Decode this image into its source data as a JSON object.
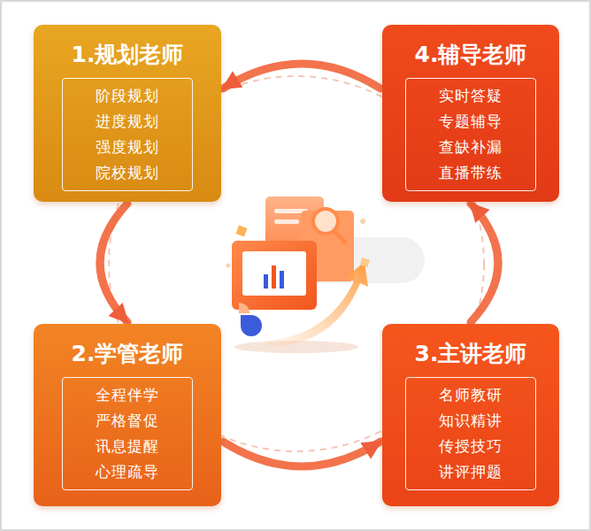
{
  "diagram": {
    "nodes": [
      {
        "text": [
          "1.规划老师"
        ]
      },
      {
        "text": [
          "阶段规划",
          "进度规划",
          "强度规划",
          "院校规划"
        ],
        "in": 0
      },
      {
        "text": [
          "2.学管老师"
        ]
      },
      {
        "text": [
          "全程伴学",
          "严格督促",
          "讯息提醒",
          "心理疏导"
        ],
        "in": 2
      },
      {
        "text": [
          "3.主讲老师"
        ]
      },
      {
        "text": [
          "名师教研",
          "知识精讲",
          "传授技巧",
          "讲评押题"
        ],
        "in": 4
      },
      {
        "text": [
          "4.辅导老师"
        ]
      },
      {
        "text": [
          "实时答疑",
          "专题辅导",
          "查缺补漏",
          "直播带练"
        ],
        "in": 6
      }
    ],
    "edges": [
      {
        "from": 0,
        "to": 2,
        "arrow": "to"
      },
      {
        "from": 2,
        "to": 4,
        "arrow": "to"
      },
      {
        "from": 4,
        "to": 6,
        "arrow": "to"
      },
      {
        "from": 6,
        "to": 0,
        "arrow": "to"
      }
    ]
  }
}
